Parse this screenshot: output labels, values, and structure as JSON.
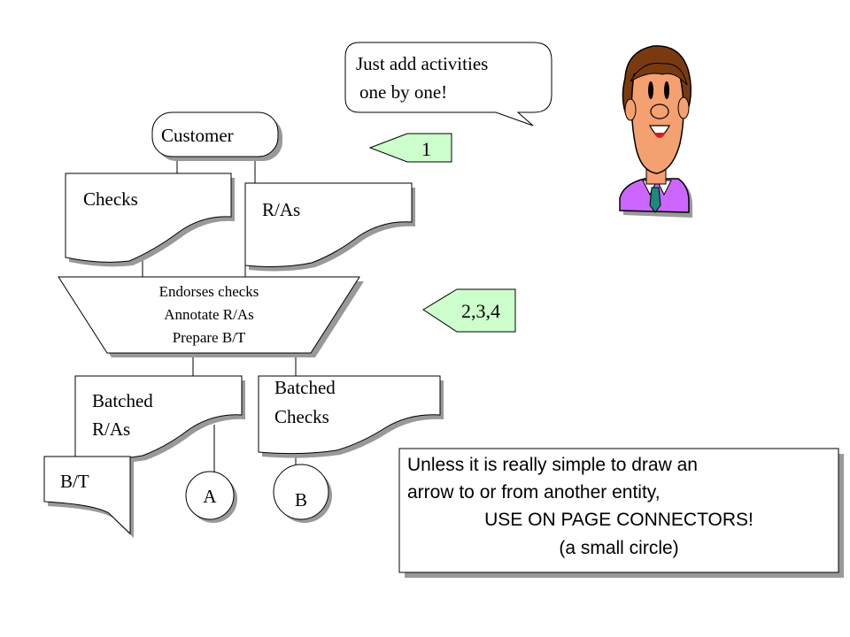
{
  "speech_bubble": {
    "line1": "Just add activities",
    "line2": "one by one!"
  },
  "entities": {
    "customer": "Customer"
  },
  "documents": {
    "checks": "Checks",
    "ras": "R/As",
    "batched_ras_line1": "Batched",
    "batched_ras_line2": "R/As",
    "batched_checks_line1": "Batched",
    "batched_checks_line2": "Checks",
    "bt": "B/T"
  },
  "process": {
    "line1": "Endorses checks",
    "line2": "Annotate R/As",
    "line3": "Prepare B/T"
  },
  "connectors": {
    "a": "A",
    "b": "B"
  },
  "step_arrows": {
    "first": "1",
    "second": "2,3,4"
  },
  "note": {
    "line1": "Unless it is really simple to draw an",
    "line2": "arrow to or from another entity,",
    "line3": "USE ON PAGE CONNECTORS!",
    "line4": "(a small circle)"
  },
  "colors": {
    "shadow": "#999999",
    "arrow_fill": "#ccffcc",
    "cartoon_skin": "#f4a070",
    "cartoon_hair": "#7a3a10",
    "cartoon_jacket": "#cc66ff",
    "cartoon_tie": "#1a8a7a"
  }
}
